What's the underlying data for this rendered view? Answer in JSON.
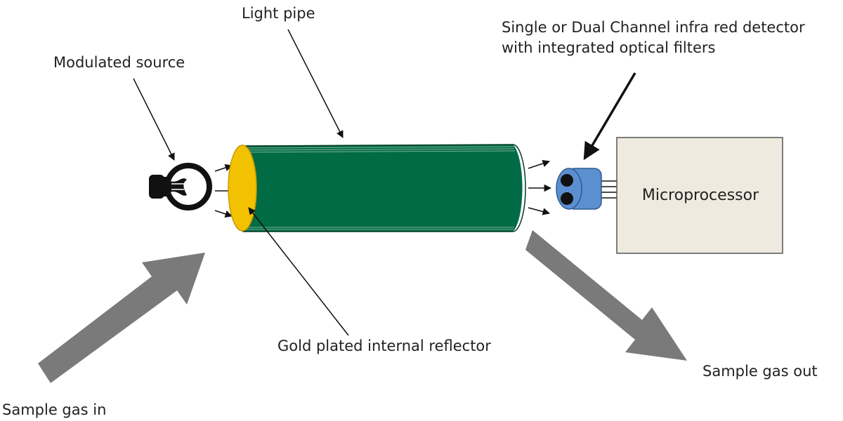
{
  "labels": {
    "light_pipe": "Light pipe",
    "modulated_source": "Modulated source",
    "detector_line1": "Single or Dual Channel infra red detector",
    "detector_line2": "with integrated optical filters",
    "microprocessor": "Microprocessor",
    "gold_reflector": "Gold plated internal reflector",
    "sample_gas_out": "Sample gas out",
    "sample_gas_in": "Sample gas in"
  },
  "colors": {
    "pipe": "#006b45",
    "reflector": "#f2c200",
    "detector": "#5b8fd0",
    "microprocessor_box": "#efeadf",
    "gas_arrow": "#7a7a7a",
    "ink": "#111111"
  }
}
